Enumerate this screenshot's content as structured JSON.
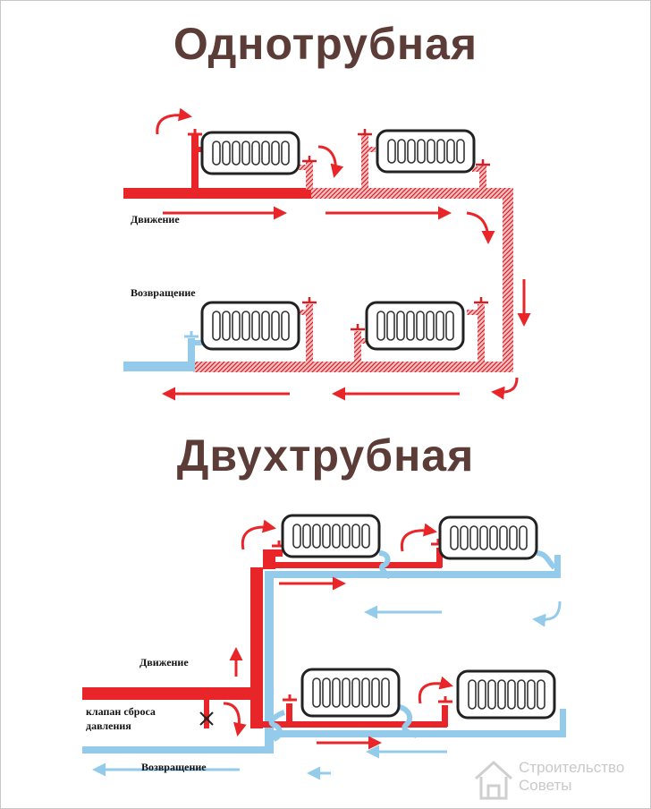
{
  "titles": {
    "single_pipe": "Однотрубная",
    "double_pipe": "Двухтрубная"
  },
  "single_pipe_labels": {
    "supply": "Движение",
    "return": "Возвращение"
  },
  "double_pipe_labels": {
    "supply": "Движение",
    "valve_line1": "клапан сброса",
    "valve_line2": "давления",
    "return": "Возвращение"
  },
  "watermark": {
    "line1": "Строительство",
    "line2": "Советы"
  },
  "colors": {
    "supply": "#e8262a",
    "return": "#94cbea",
    "mixed": "#e46a70",
    "title": "#5c3c36",
    "radiator_stroke": "#222222"
  },
  "icons": [
    "radiator-icon",
    "flow-arrow-icon",
    "curved-arrow-icon",
    "valve-icon",
    "house-logo-icon"
  ]
}
